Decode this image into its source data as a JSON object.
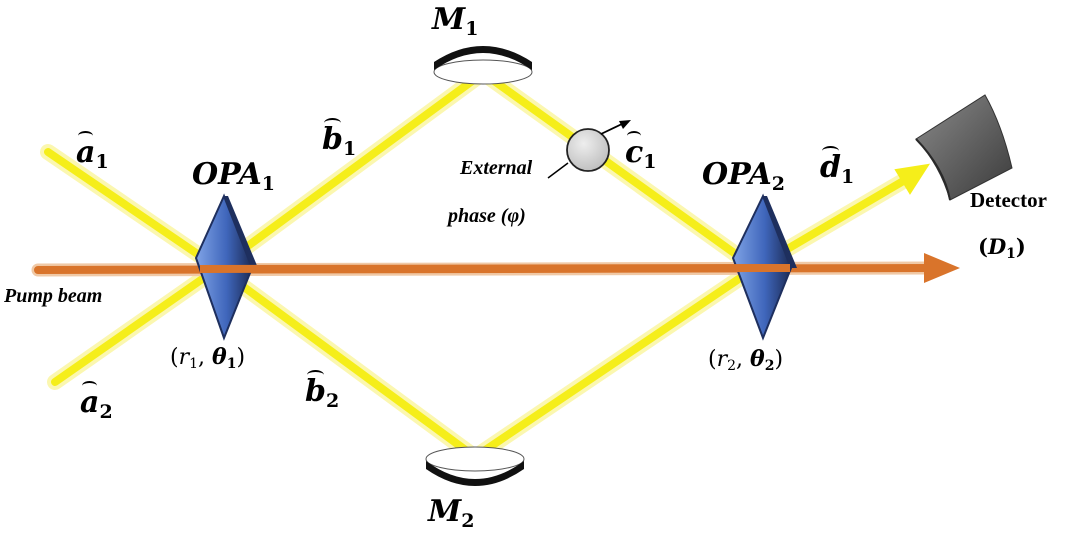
{
  "labels": {
    "m1": {
      "base": "M",
      "sub": "1"
    },
    "m2": {
      "base": "M",
      "sub": "2"
    },
    "opa1": {
      "base": "OPA",
      "sub": "1"
    },
    "opa2": {
      "base": "OPA",
      "sub": "2"
    },
    "a1": {
      "base": "a",
      "sub": "1"
    },
    "a2": {
      "base": "a",
      "sub": "2"
    },
    "b1": {
      "base": "b",
      "sub": "1"
    },
    "b2": {
      "base": "b",
      "sub": "2"
    },
    "c1": {
      "base": "c",
      "sub": "1"
    },
    "d1": {
      "base": "d",
      "sub": "1"
    },
    "pump": "Pump beam",
    "external": "External",
    "phase": "phase (φ)",
    "detector": "Detector",
    "detector_id": {
      "open": "(",
      "base": "D",
      "sub": "1",
      "close": ")"
    },
    "r1theta1": {
      "r": "r",
      "rsub": "1",
      "theta": "θ",
      "tsub": "1"
    },
    "r2theta2": {
      "r": "r",
      "rsub": "2",
      "theta": "θ",
      "tsub": "2"
    }
  },
  "colors": {
    "signal_beam": "#f5ee1a",
    "signal_glow": "#fbf7b0",
    "pump_beam": "#d9742b",
    "opa_crystal": "#4a74c9",
    "opa_edge": "#1e2f5e",
    "mirror": "#111111",
    "phase_shifter": "#d4d4d4",
    "detector": "#5f5f5f"
  }
}
